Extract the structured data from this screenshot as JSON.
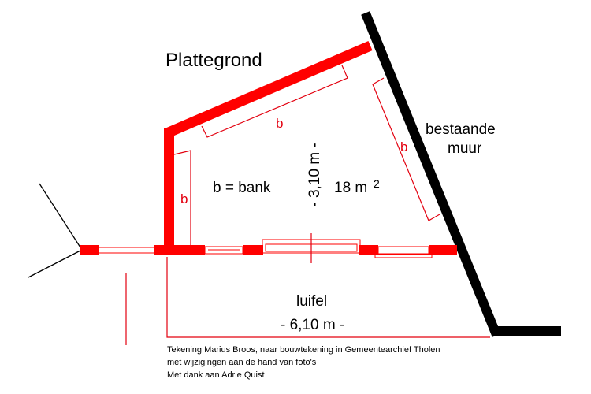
{
  "title": "Plattegrond",
  "legend": "b = bank",
  "bench_label": "b",
  "depth_dimension": "- 3,10 m -",
  "area_value": "18 m",
  "area_exponent": "2",
  "wall_label_line1": "bestaande",
  "wall_label_line2": "muur",
  "canopy_label": "luifel",
  "width_dimension": "- 6,10 m -",
  "credits": [
    "Tekening Marius Broos, naar bouwtekening in Gemeentearchief Tholen",
    "met wijzigingen aan de hand van foto's",
    "Met dank aan Adrie Quist"
  ],
  "colors": {
    "wall": "#ff0000",
    "existing_wall": "#000000",
    "dimension_line": "#e3000f"
  }
}
